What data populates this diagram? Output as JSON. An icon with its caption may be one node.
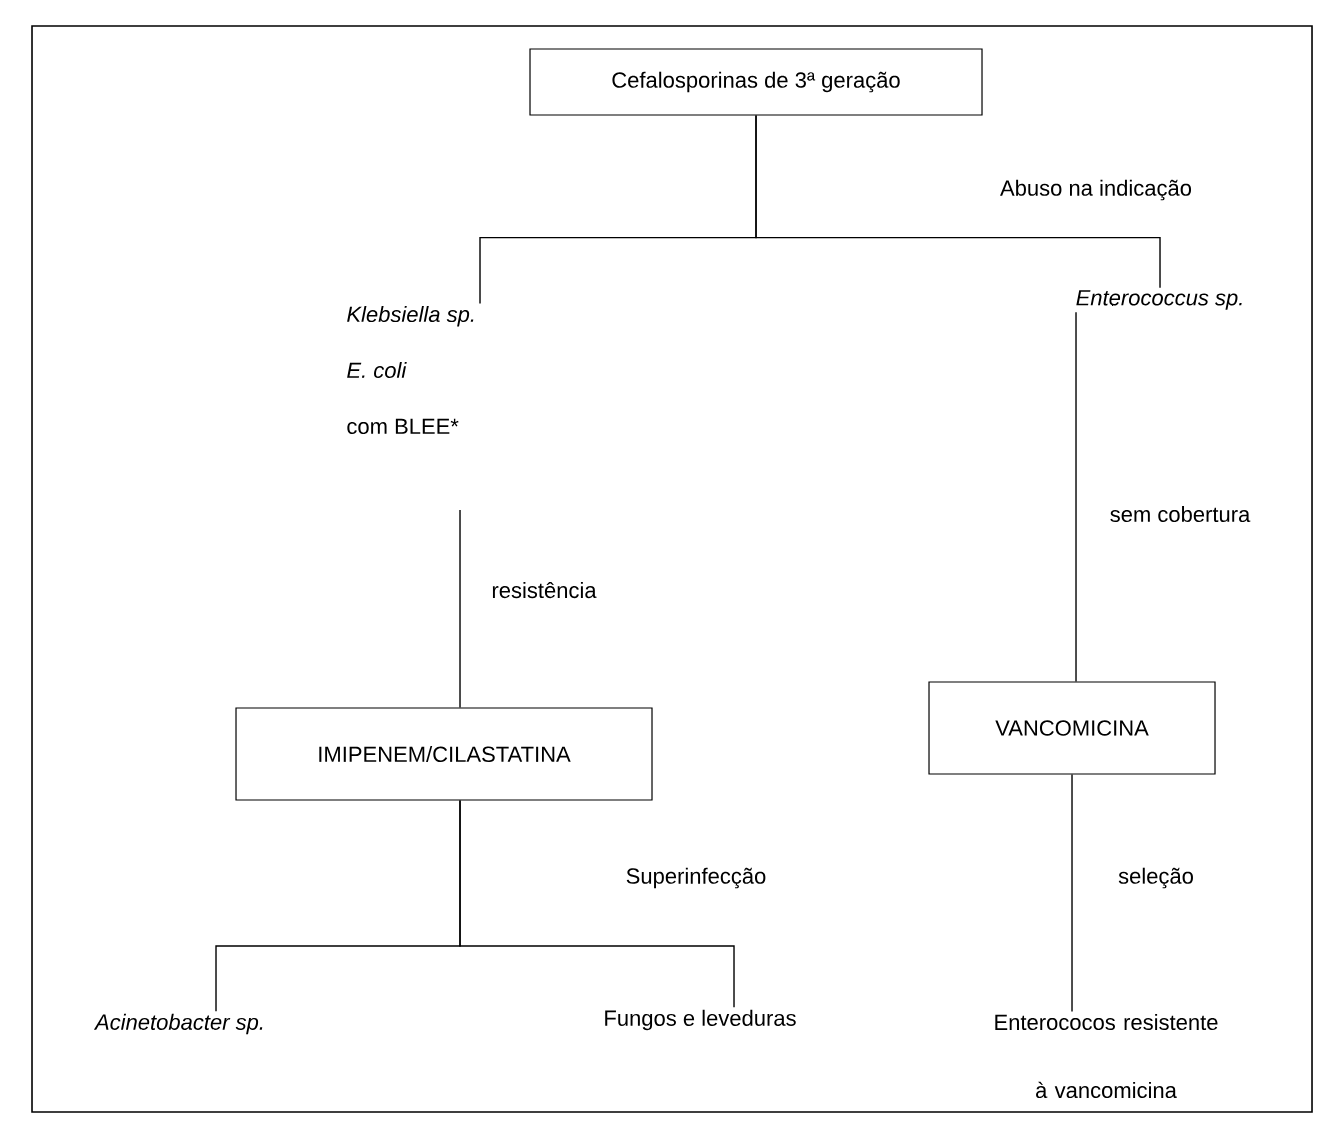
{
  "diagram": {
    "nodes": [
      {
        "text": [
          "Cefalosporinas de 3ª geração"
        ]
      },
      {
        "text": [
          "Klebsiella sp.",
          "E. coli",
          "com BLEE*"
        ]
      },
      {
        "text": [
          "Enterococcus sp."
        ]
      },
      {
        "text": [
          "IMIPENEM/CILASTATINA"
        ]
      },
      {
        "text": [
          "VANCOMICINA"
        ]
      },
      {
        "text": [
          "Acinetobacter sp."
        ]
      },
      {
        "text": [
          "Fungos e leveduras"
        ]
      },
      {
        "text": [
          "Enterococos resistente à vancomicina"
        ]
      }
    ],
    "edges": [
      {
        "from": 0,
        "to": 1,
        "arrow": "none"
      },
      {
        "from": 0,
        "to": 2,
        "arrow": "none",
        "label": "Abuso na indicação"
      },
      {
        "from": 1,
        "to": 3,
        "arrow": "none",
        "label": "resistência"
      },
      {
        "from": 2,
        "to": 4,
        "arrow": "none",
        "label": "sem cobertura"
      },
      {
        "from": 3,
        "to": 5,
        "arrow": "none"
      },
      {
        "from": 3,
        "to": 6,
        "arrow": "none",
        "label": "Superinfecção"
      },
      {
        "from": 4,
        "to": 7,
        "arrow": "none",
        "label": "seleção"
      }
    ]
  }
}
